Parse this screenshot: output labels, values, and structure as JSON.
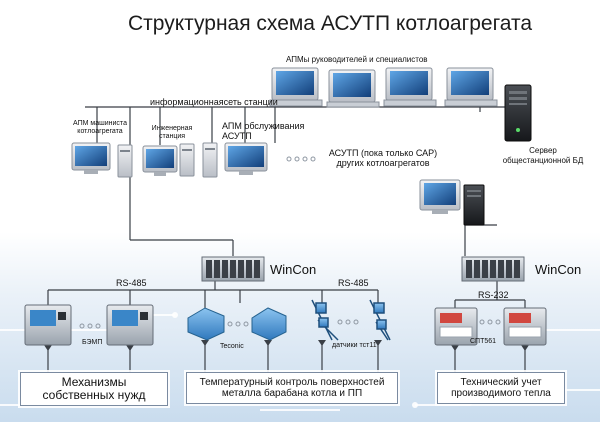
{
  "title": "Структурная схема АСУТП котлоагрегата",
  "network": {
    "leaders_label": "АПМы руководителей и специалистов",
    "station_network_label": "информационнаясеть станции",
    "server_label": "Сервер\nобщестанционной БД"
  },
  "workstations": {
    "machinist_label": "АПМ машиниста\nкотлоагрегата",
    "engineer_label": "Инженерная\nстанция",
    "service_label": "АПМ обслуживания\nАСУТП",
    "other_label": "АСУТП (пока только САР)\nдругих котлоагрегатов"
  },
  "controllers": {
    "left_label": "WinCon",
    "right_label": "WinCon"
  },
  "buses": {
    "rs485_left": "RS-485",
    "rs485_right": "RS-485",
    "rs232": "RS-232"
  },
  "devices": {
    "bezmp": "БЭМП",
    "teconic": "Teconic",
    "sensors": "датчики тст11",
    "spt": "СПТ561"
  },
  "boxes": {
    "left": "Механизмы\nсобственных нужд",
    "middle": "Температурный контроль поверхностей\nметалла барабана котла и ПП",
    "right": "Технический учет\nпроизводимого тепла"
  },
  "colors": {
    "line": "#3a3f46",
    "screen": "#1f5d9e",
    "device_blue": "#3a86c8",
    "controller": "#9aa4ac"
  }
}
